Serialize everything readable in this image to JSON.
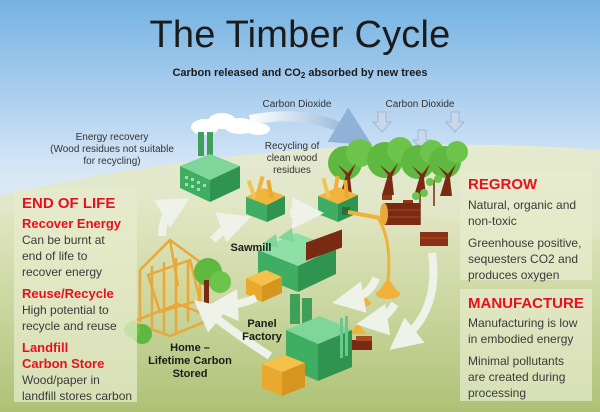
{
  "header": {
    "title": "The Timber Cycle",
    "subtitle_pre": "Carbon released and CO",
    "subtitle_sub": "2",
    "subtitle_post": " absorbed by new trees"
  },
  "labels": {
    "carbon_dioxide_1": "Carbon Dioxide",
    "carbon_dioxide_2": "Carbon Dioxide",
    "energy_recovery": [
      "Energy recovery",
      "(Wood residues not suitable",
      "for recycling)"
    ],
    "recycling": [
      "Recycling of",
      "clean wood",
      "residues"
    ],
    "sawmill": "Sawmill",
    "panel_factory": [
      "Panel",
      "Factory"
    ],
    "home": [
      "Home –",
      "Lifetime Carbon",
      "Stored"
    ]
  },
  "panels": {
    "end_of_life": {
      "heading": "END OF LIFE",
      "sections": [
        {
          "title": "Recover Energy",
          "lines": [
            "Can be burnt at",
            "end of life to",
            "recover energy"
          ]
        },
        {
          "title": "Reuse/Recycle",
          "lines": [
            "High potential to",
            "recycle and reuse"
          ]
        },
        {
          "title_lines": [
            "Landfill",
            "Carbon Store"
          ],
          "lines": [
            "Wood/paper in",
            "landfill stores carbon"
          ]
        }
      ]
    },
    "regrow": {
      "heading": "REGROW",
      "paragraphs": [
        [
          "Natural, organic and",
          "non-toxic"
        ],
        [
          "Greenhouse positive,",
          "sequesters CO2 and",
          "produces oxygen"
        ]
      ]
    },
    "manufacture": {
      "heading": "MANUFACTURE",
      "paragraphs": [
        [
          "Manufacturing is low",
          "in embodied energy"
        ],
        [
          "Minimal pollutants",
          "are created during",
          "processing"
        ]
      ]
    }
  },
  "colors": {
    "accent_red": "#e8101e",
    "factory_green": "#4cb86a",
    "timber_yellow": "#f0b23a",
    "tree_green": "#4aa83a",
    "trunk_brown": "#7a2a12"
  }
}
